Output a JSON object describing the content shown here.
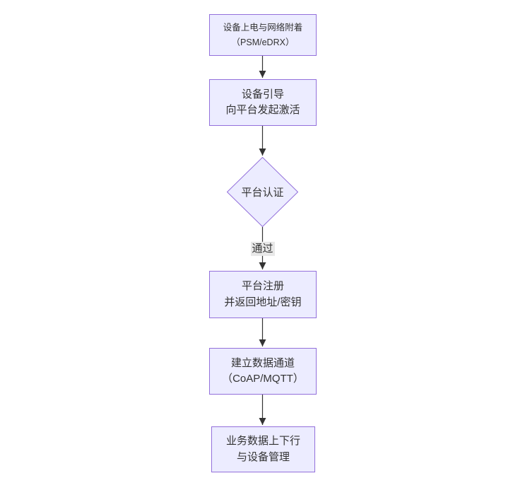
{
  "diagram": {
    "type": "flowchart",
    "direction": "top-down",
    "colors": {
      "background": "#FFFFFF",
      "node_fill": "#ECECFF",
      "node_border": "#9370DB",
      "edge_line": "#333333",
      "edge_label_bg": "#E8E8E8",
      "text": "#333333"
    },
    "nodes": [
      {
        "id": "power-attach",
        "shape": "rect",
        "lines": [
          "设备上电与网络附着",
          "（PSM/eDRX）"
        ]
      },
      {
        "id": "bootstrap",
        "shape": "rect",
        "lines": [
          "设备引导",
          "向平台发起激活"
        ]
      },
      {
        "id": "platform-auth",
        "shape": "diamond",
        "lines": [
          "平台认证"
        ]
      },
      {
        "id": "register",
        "shape": "rect",
        "lines": [
          "平台注册",
          "并返回地址/密钥"
        ]
      },
      {
        "id": "data-channel",
        "shape": "rect",
        "lines": [
          "建立数据通道",
          "（CoAP/MQTT）"
        ]
      },
      {
        "id": "business",
        "shape": "rect",
        "lines": [
          "业务数据上下行",
          "与设备管理"
        ]
      }
    ],
    "edges": [
      {
        "from": "power-attach",
        "to": "bootstrap"
      },
      {
        "from": "bootstrap",
        "to": "platform-auth"
      },
      {
        "from": "platform-auth",
        "to": "register",
        "label": "通过"
      },
      {
        "from": "register",
        "to": "data-channel"
      },
      {
        "from": "data-channel",
        "to": "business"
      }
    ]
  }
}
